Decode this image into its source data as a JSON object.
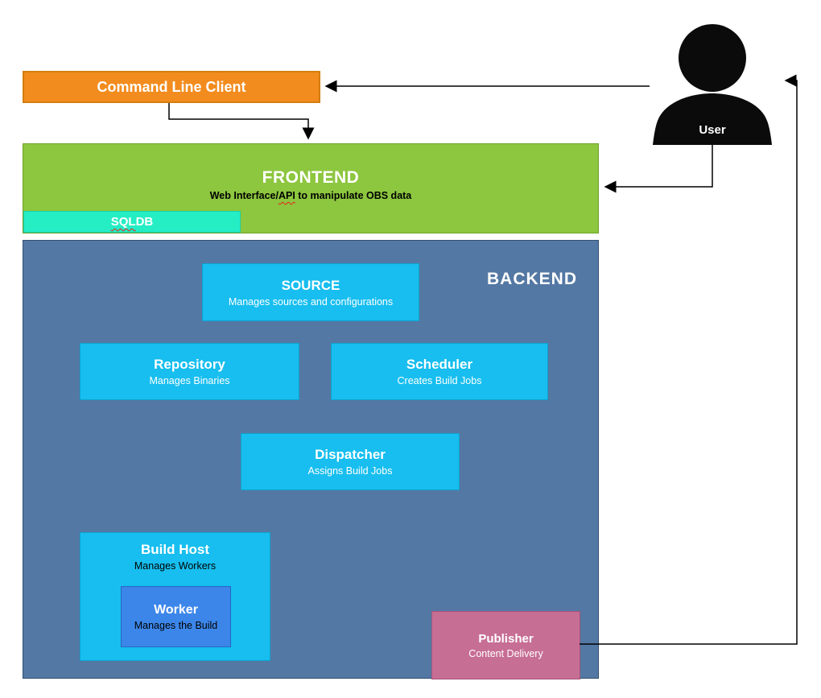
{
  "colors": {
    "orange": "#F28C1E",
    "orange_border": "#D47D10",
    "green": "#8DC63F",
    "green_border": "#6FA32C",
    "turquoise": "#25EDC4",
    "turquoise_border": "#14D3A9",
    "backend_bg": "#5478A4",
    "backend_border": "#33506F",
    "cyan": "#17BEEF",
    "cyan_border": "#0DA2CF",
    "worker_blue": "#3C86E9",
    "worker_border": "#2566C4",
    "publisher_pink": "#C76E95",
    "publisher_border": "#A75578",
    "arrow": "#000000"
  },
  "cli": {
    "label": "Command Line Client"
  },
  "user": {
    "label": "User"
  },
  "frontend": {
    "title": "FRONTEND",
    "subtitle_pre": "Web Interface/",
    "subtitle_api": "API",
    "subtitle_post": " to manipulate OBS data",
    "sqldb_word": "SQL",
    "sqldb_rest": " DB"
  },
  "backend": {
    "title": "BACKEND",
    "nodes": {
      "source": {
        "title": "SOURCE",
        "subtitle": "Manages sources and configurations"
      },
      "repository": {
        "title": "Repository",
        "subtitle": "Manages Binaries"
      },
      "scheduler": {
        "title": "Scheduler",
        "subtitle": "Creates Build Jobs"
      },
      "dispatcher": {
        "title": "Dispatcher",
        "subtitle": "Assigns Build Jobs"
      },
      "buildhost": {
        "title": "Build Host",
        "subtitle": "Manages Workers"
      },
      "worker": {
        "title": "Worker",
        "subtitle": "Manages the Build"
      },
      "publisher": {
        "title": "Publisher",
        "subtitle": "Content Delivery"
      }
    }
  },
  "connections": [
    {
      "from": "user",
      "to": "command-line-client"
    },
    {
      "from": "command-line-client",
      "to": "frontend"
    },
    {
      "from": "user",
      "to": "frontend"
    },
    {
      "from": "publisher",
      "to": "user"
    }
  ]
}
